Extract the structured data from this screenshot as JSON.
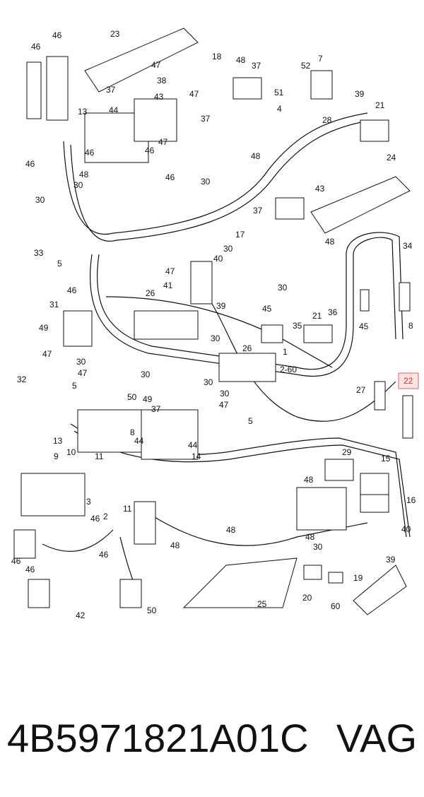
{
  "diagram": {
    "callouts": [
      "46",
      "46",
      "46",
      "23",
      "47",
      "38",
      "47",
      "37",
      "43",
      "44",
      "37",
      "13",
      "47",
      "46",
      "46",
      "48",
      "46",
      "30",
      "30",
      "18",
      "48",
      "37",
      "52",
      "7",
      "51",
      "4",
      "28",
      "39",
      "21",
      "48",
      "30",
      "24",
      "43",
      "37",
      "17",
      "34",
      "33",
      "5",
      "40",
      "30",
      "48",
      "47",
      "41",
      "26",
      "30",
      "45",
      "46",
      "31",
      "36",
      "49",
      "35",
      "21",
      "45",
      "8",
      "47",
      "30",
      "39",
      "30",
      "26",
      "32",
      "47",
      "30",
      "1",
      "2-60",
      "22",
      "5",
      "30",
      "49",
      "30",
      "50",
      "47",
      "37",
      "27",
      "8",
      "44",
      "13",
      "44",
      "5",
      "10",
      "14",
      "29",
      "48",
      "15",
      "9",
      "11",
      "3",
      "2",
      "11",
      "48",
      "16",
      "46",
      "46",
      "48",
      "30",
      "40",
      "48",
      "46",
      "46",
      "39",
      "42",
      "50",
      "25",
      "19",
      "20",
      "60"
    ],
    "highlighted_callout": "22"
  },
  "footer": {
    "part_number": "4B5971821A01C",
    "brand": "VAG"
  },
  "colors": {
    "highlight_border": "#d46a6a",
    "highlight_fill": "#fbe3e3",
    "highlight_text": "#c0392b",
    "line": "#111111"
  }
}
